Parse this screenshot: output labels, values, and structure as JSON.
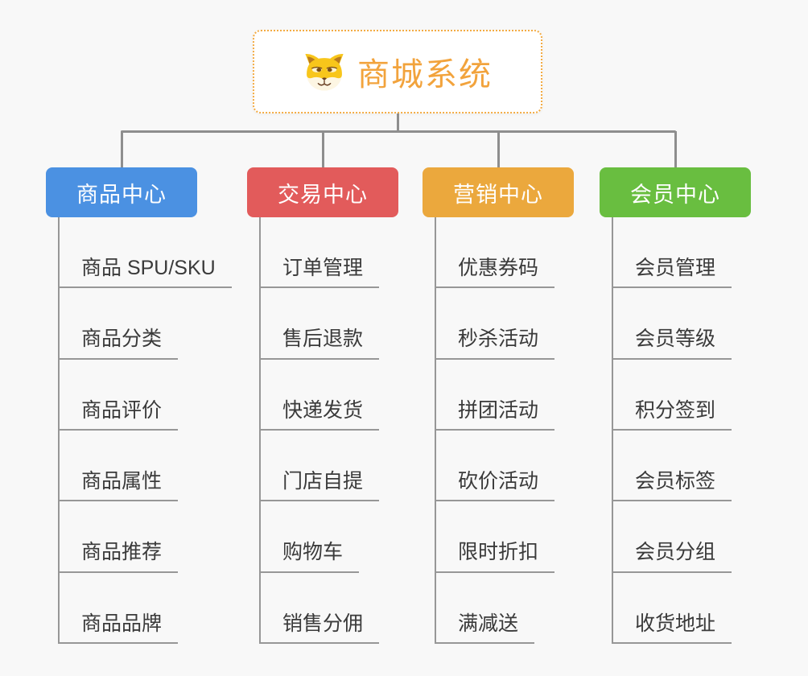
{
  "root": {
    "title": "商城系统",
    "icon": "shiba-dog-icon",
    "text_color": "#f2a33c",
    "border_color": "#f3ab43"
  },
  "connector_color": "#8e8e8e",
  "branches": [
    {
      "label": "商品中心",
      "color": "#4b91e2",
      "items": [
        "商品 SPU/SKU",
        "商品分类",
        "商品评价",
        "商品属性",
        "商品推荐",
        "商品品牌"
      ]
    },
    {
      "label": "交易中心",
      "color": "#e25b5b",
      "items": [
        "订单管理",
        "售后退款",
        "快递发货",
        "门店自提",
        "购物车",
        "销售分佣"
      ]
    },
    {
      "label": "营销中心",
      "color": "#eba83d",
      "items": [
        "优惠券码",
        "秒杀活动",
        "拼团活动",
        "砍价活动",
        "限时折扣",
        "满减送"
      ]
    },
    {
      "label": "会员中心",
      "color": "#69be40",
      "items": [
        "会员管理",
        "会员等级",
        "积分签到",
        "会员标签",
        "会员分组",
        "收货地址"
      ]
    }
  ]
}
